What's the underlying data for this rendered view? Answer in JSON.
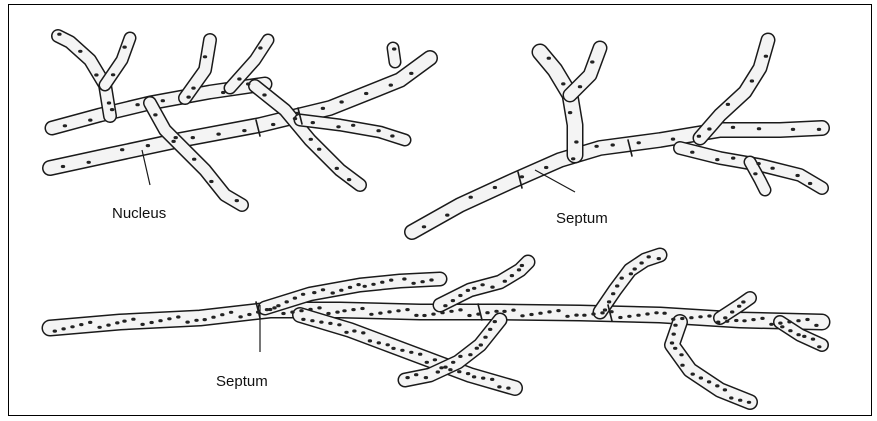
{
  "labels": {
    "nucleus": "Nucleus",
    "septum_top": "Septum",
    "septum_bottom": "Septum"
  },
  "colors": {
    "ink": "#1a1a1a",
    "hypha_fill": "#f4f4f4",
    "background": "#ffffff"
  }
}
